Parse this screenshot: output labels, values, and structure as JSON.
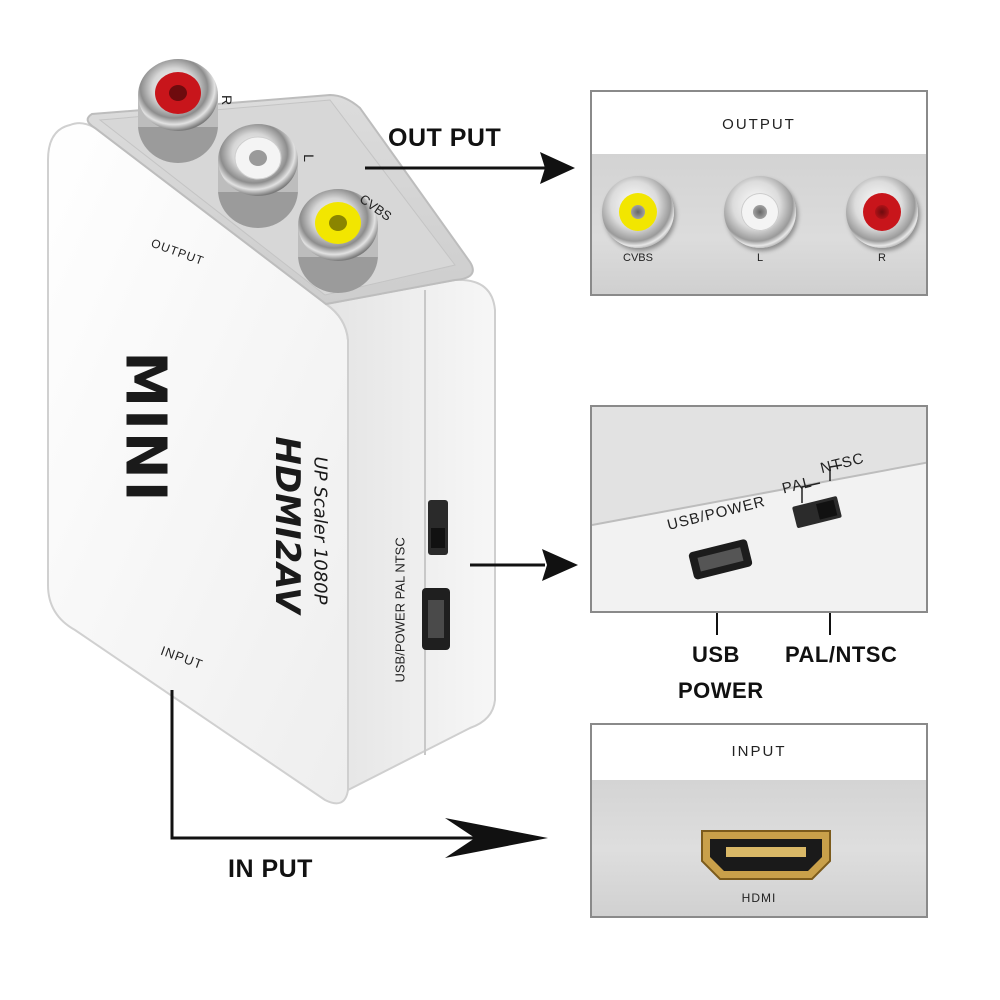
{
  "device": {
    "brand_text": "MINI",
    "model_text": "HDMI2AV",
    "subtitle_text": "UP Scaler 1080P",
    "top_output_label": "OUTPUT",
    "top_input_label": "INPUT",
    "top_port_r": "R",
    "top_port_l": "L",
    "top_port_cvbs": "CVBS",
    "side_label_usb": "USB/POWER",
    "side_label_pal": "PAL",
    "side_label_ntsc": "NTSC"
  },
  "callouts": {
    "output": "OUT PUT",
    "input": "IN PUT",
    "usb_line1": "USB",
    "usb_line2": "POWER",
    "pal_ntsc": "PAL/NTSC"
  },
  "panel_output": {
    "title": "OUTPUT",
    "ports": [
      "CVBS",
      "L",
      "R"
    ]
  },
  "panel_side": {
    "usb_label": "USB/POWER",
    "pal_label": "PAL",
    "ntsc_label": "NTSC"
  },
  "panel_input": {
    "title": "INPUT",
    "port": "HDMI"
  },
  "colors": {
    "rca_red": "#c8151b",
    "rca_white": "#f4f4f4",
    "rca_yellow": "#f2e600",
    "hdmi_gold": "#c9a04a",
    "device_white": "#f3f3f3"
  }
}
